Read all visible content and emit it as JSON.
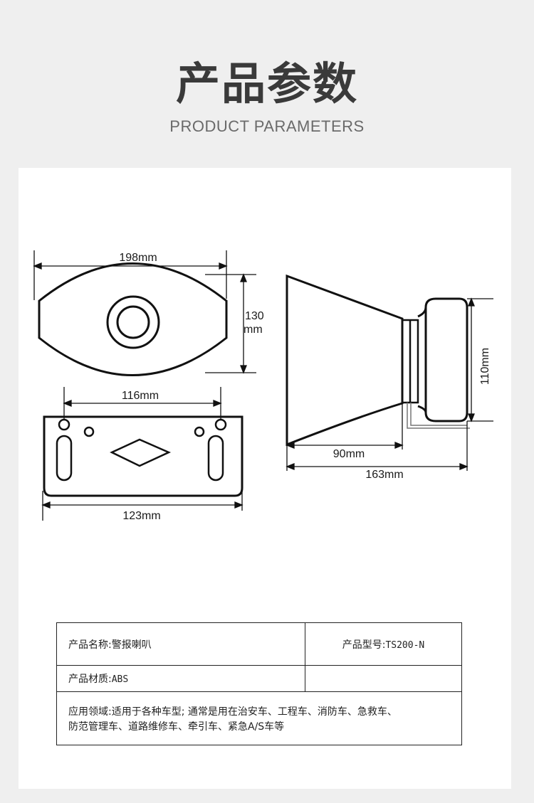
{
  "header": {
    "title": "产品参数",
    "subtitle": "PRODUCT PARAMETERS"
  },
  "dimensions": {
    "front_width": "198mm",
    "front_height_value": "130",
    "front_height_unit": "mm",
    "bracket_hole_spacing": "116mm",
    "bracket_width": "123mm",
    "side_height": "110mm",
    "horn_depth": "90mm",
    "total_depth": "163mm"
  },
  "specs": {
    "name_label": "产品名称:",
    "name_value": "警报喇叭",
    "model_label": "产品型号:",
    "model_value": "TS200-N",
    "material_label": "产品材质:",
    "material_value": "ABS",
    "application_label": "应用领域:",
    "application_line1": "适用于各种车型; 通常是用在治安车、工程车、消防车、急救车、",
    "application_line2": "防范管理车、道路维修车、牵引车、紧急A/S车等"
  }
}
